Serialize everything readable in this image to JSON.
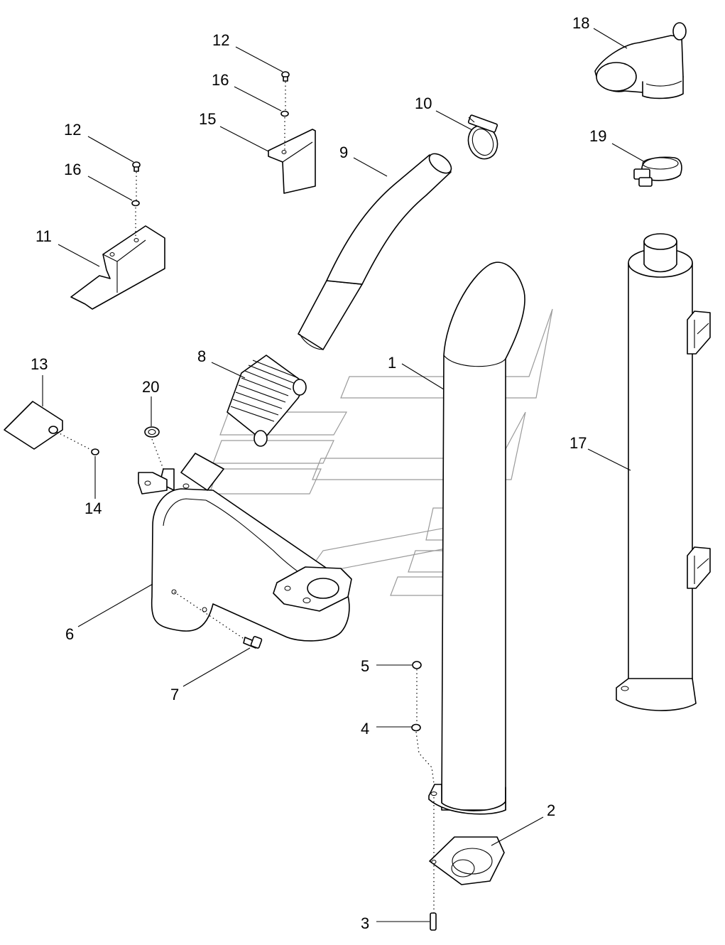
{
  "callouts": [
    {
      "id": "1",
      "label": "1"
    },
    {
      "id": "2",
      "label": "2"
    },
    {
      "id": "3",
      "label": "3"
    },
    {
      "id": "4",
      "label": "4"
    },
    {
      "id": "5",
      "label": "5"
    },
    {
      "id": "6",
      "label": "6"
    },
    {
      "id": "7",
      "label": "7"
    },
    {
      "id": "8",
      "label": "8"
    },
    {
      "id": "9",
      "label": "9"
    },
    {
      "id": "10",
      "label": "10"
    },
    {
      "id": "11",
      "label": "11"
    },
    {
      "id": "12a",
      "label": "12"
    },
    {
      "id": "12b",
      "label": "12"
    },
    {
      "id": "13",
      "label": "13"
    },
    {
      "id": "14",
      "label": "14"
    },
    {
      "id": "15",
      "label": "15"
    },
    {
      "id": "16a",
      "label": "16"
    },
    {
      "id": "16b",
      "label": "16"
    },
    {
      "id": "17",
      "label": "17"
    },
    {
      "id": "18",
      "label": "18"
    },
    {
      "id": "19",
      "label": "19"
    },
    {
      "id": "20",
      "label": "20"
    }
  ],
  "colors": {
    "line": "#000000",
    "watermark": "#9a9a9a",
    "background": "#ffffff"
  }
}
